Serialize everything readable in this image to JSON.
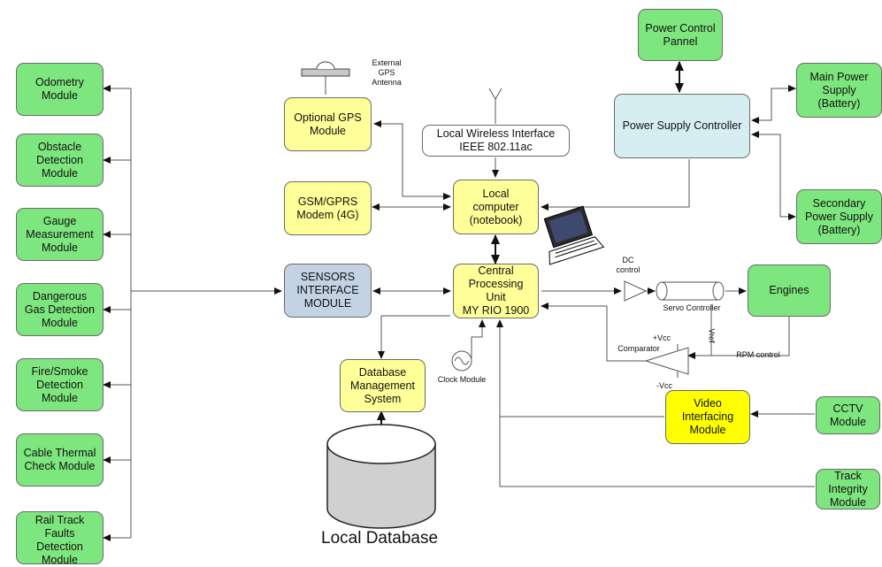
{
  "modules": {
    "odometry": "Odometry\nModule",
    "obstacle": "Obstacle\nDetection\nModule",
    "gauge": "Gauge\nMeasurement\nModule",
    "gas": "Dangerous\nGas Detection\nModule",
    "fire": "Fire/Smoke\nDetection\nModule",
    "cable": "Cable Thermal\nCheck Module",
    "rail": "Rail Track\nFaults\nDetection\nModule",
    "sensors": "SENSORS\nINTERFACE\nMODULE",
    "gps": "Optional GPS\nModule",
    "gsm": "GSM/GPRS\nModem (4G)",
    "wireless": "Local Wireless Interface\nIEEE 802.11ac",
    "local_computer": "Local\ncomputer\n(notebook)",
    "cpu": "Central\nProcessing\nUnit\nMY RIO 1900",
    "dbms": "Database\nManagement\nSystem",
    "power_control": "Power Control\nPannel",
    "power_supply": "Power Supply Controller",
    "main_power": "Main Power\nSupply\n(Battery)",
    "secondary_power": "Secondary\nPower Supply\n(Battery)",
    "engines": "Engines",
    "video": "Video\nInterfacing\nModule",
    "cctv": "CCTV\nModule",
    "track": "Track\nIntegrity\nModule"
  },
  "labels": {
    "gps_antenna": "External\nGPS\nAntenna",
    "dc_control": "DC\ncontrol",
    "servo": "Servo Controller",
    "vref": "Vref",
    "vcc_plus": "+Vcc",
    "comparator": "Comparator",
    "vcc_minus": "-Vcc",
    "rpm": "RPM control",
    "clock": "Clock Module",
    "local_database": "Local Database"
  },
  "colors": {
    "green": "#7ee67e",
    "yellow": "#ffff99",
    "yellow_strong": "#ffff00",
    "blue_grey": "#c3d3e4",
    "light_blue": "#d6eef2",
    "line": "#555555"
  }
}
